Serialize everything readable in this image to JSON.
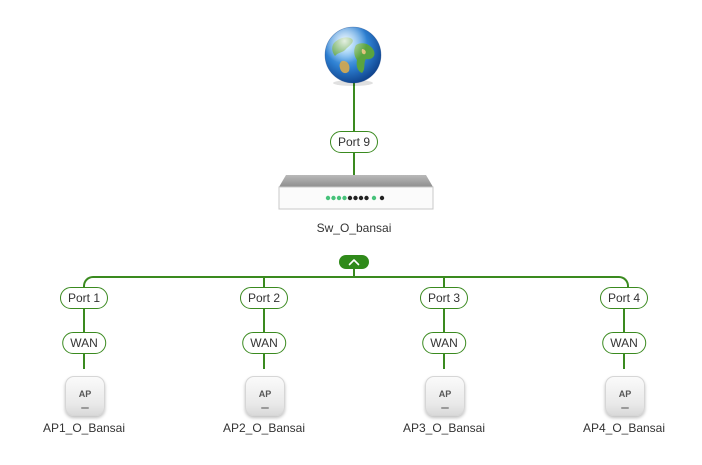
{
  "colors": {
    "link": "#3a8a1f",
    "toggle": "#2f8a1a"
  },
  "internet": {
    "icon": "globe-icon"
  },
  "uplink_port": {
    "label": "Port 9"
  },
  "switch": {
    "name": "Sw_O_bansai",
    "icon": "switch-icon"
  },
  "collapse": {
    "icon": "chevron-up-icon"
  },
  "access_points": [
    {
      "port": "Port 1",
      "interface": "WAN",
      "badge": "AP",
      "name": "AP1_O_Bansai"
    },
    {
      "port": "Port 2",
      "interface": "WAN",
      "badge": "AP",
      "name": "AP2_O_Bansai"
    },
    {
      "port": "Port 3",
      "interface": "WAN",
      "badge": "AP",
      "name": "AP3_O_Bansai"
    },
    {
      "port": "Port 4",
      "interface": "WAN",
      "badge": "AP",
      "name": "AP4_O_Bansai"
    }
  ]
}
